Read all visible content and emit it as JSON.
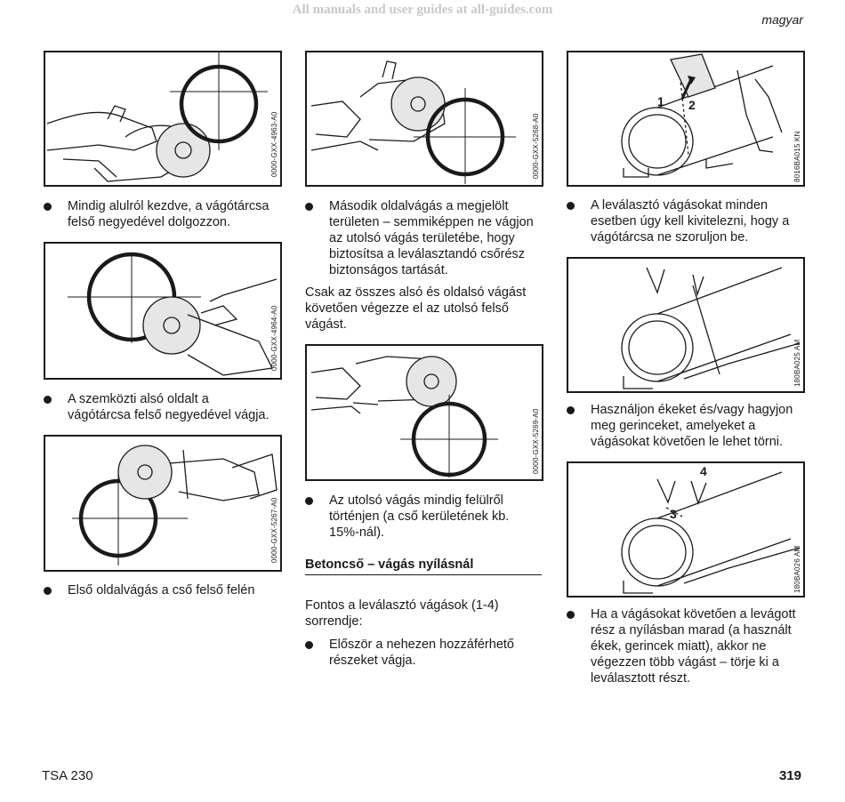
{
  "watermark": "All manuals and user guides at all-guides.com",
  "language": "magyar",
  "figures": {
    "f1": "0000-GXX-4963-A0",
    "f2": "0000-GXX-4964-A0",
    "f3": "0000-GXX-5267-A0",
    "f4": "0000-GXX-5268-A0",
    "f5": "0000-GXX-5269-A0",
    "f6": "8016BA015 KN",
    "f6_labels": [
      "1",
      "2"
    ],
    "f7": "180BA025 AM",
    "f8": "180BA026 AM",
    "f8_labels": [
      "4",
      "3"
    ]
  },
  "col1": {
    "b1": [
      "Mindig alulról kezdve, a vágótárcsa",
      "felső negyedével dolgozzon."
    ],
    "b2": [
      "A szemközti alsó oldalt a",
      "vágótárcsa felső negyedével vágja."
    ],
    "b3": [
      "Első oldalvágás a cső felső felén"
    ]
  },
  "col2": {
    "b1": [
      "Második oldalvágás a megjelölt",
      "területen – semmiképpen ne vágjon",
      "az utolsó vágás területébe, hogy",
      "biztosítsa a leválasztandó csőrész",
      "biztonságos tartását."
    ],
    "p1": [
      "Csak az összes alsó és oldalsó vágást",
      "követően végezze el az utolsó felső",
      "vágást."
    ],
    "b2": [
      "Az utolsó vágás mindig felülről",
      "történjen (a cső kerületének kb.",
      "15%-nál)."
    ],
    "heading": "Betoncső – vágás nyílásnál",
    "p2": [
      "Fontos a leválasztó vágások (1-4)",
      "sorrendje:"
    ],
    "b3": [
      "Először a nehezen hozzáférhető",
      "részeket vágja."
    ]
  },
  "col3": {
    "b1": [
      "A leválasztó vágásokat minden",
      "esetben úgy kell kivitelezni, hogy a",
      "vágótárcsa ne szoruljon be."
    ],
    "b2": [
      "Használjon ékeket és/vagy hagyjon",
      "meg gerinceket, amelyeket a",
      "vágásokat követően le lehet törni."
    ],
    "b3": [
      "Ha a vágásokat követően a levágott",
      "rész a nyílásban marad (a használt",
      "ékek, gerincek miatt), akkor ne",
      "végezzen több vágást – törje ki a",
      "leválasztott részt."
    ]
  },
  "footer": {
    "model": "TSA 230",
    "page": "319"
  }
}
